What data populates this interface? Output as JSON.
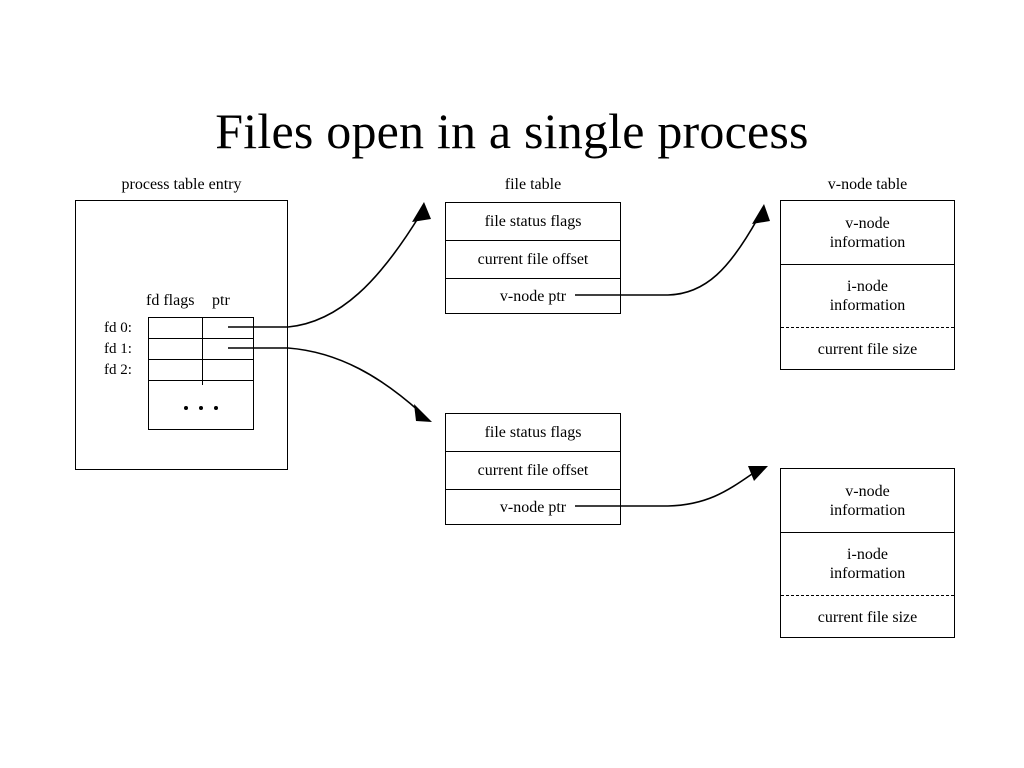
{
  "slide": {
    "title": "Files open in a single process"
  },
  "process_table": {
    "caption": "process table entry",
    "fd_headers": {
      "flags": "fd flags",
      "ptr": "ptr"
    },
    "fd_rows": [
      {
        "label": "fd 0:"
      },
      {
        "label": "fd 1:"
      },
      {
        "label": "fd 2:"
      }
    ],
    "continuation": "• • •"
  },
  "file_table": {
    "caption": "file table",
    "instances": [
      {
        "rows": [
          "file status flags",
          "current file offset",
          "v-node ptr"
        ]
      },
      {
        "rows": [
          "file status flags",
          "current file offset",
          "v-node ptr"
        ]
      }
    ]
  },
  "vnode_table": {
    "caption": "v-node table",
    "instances": [
      {
        "rows": [
          "v-node\ninformation",
          "i-node\ninformation",
          "current file size"
        ]
      },
      {
        "rows": [
          "v-node\ninformation",
          "i-node\ninformation",
          "current file size"
        ]
      }
    ]
  },
  "colors": {
    "background": "#ffffff",
    "ink": "#000000"
  }
}
